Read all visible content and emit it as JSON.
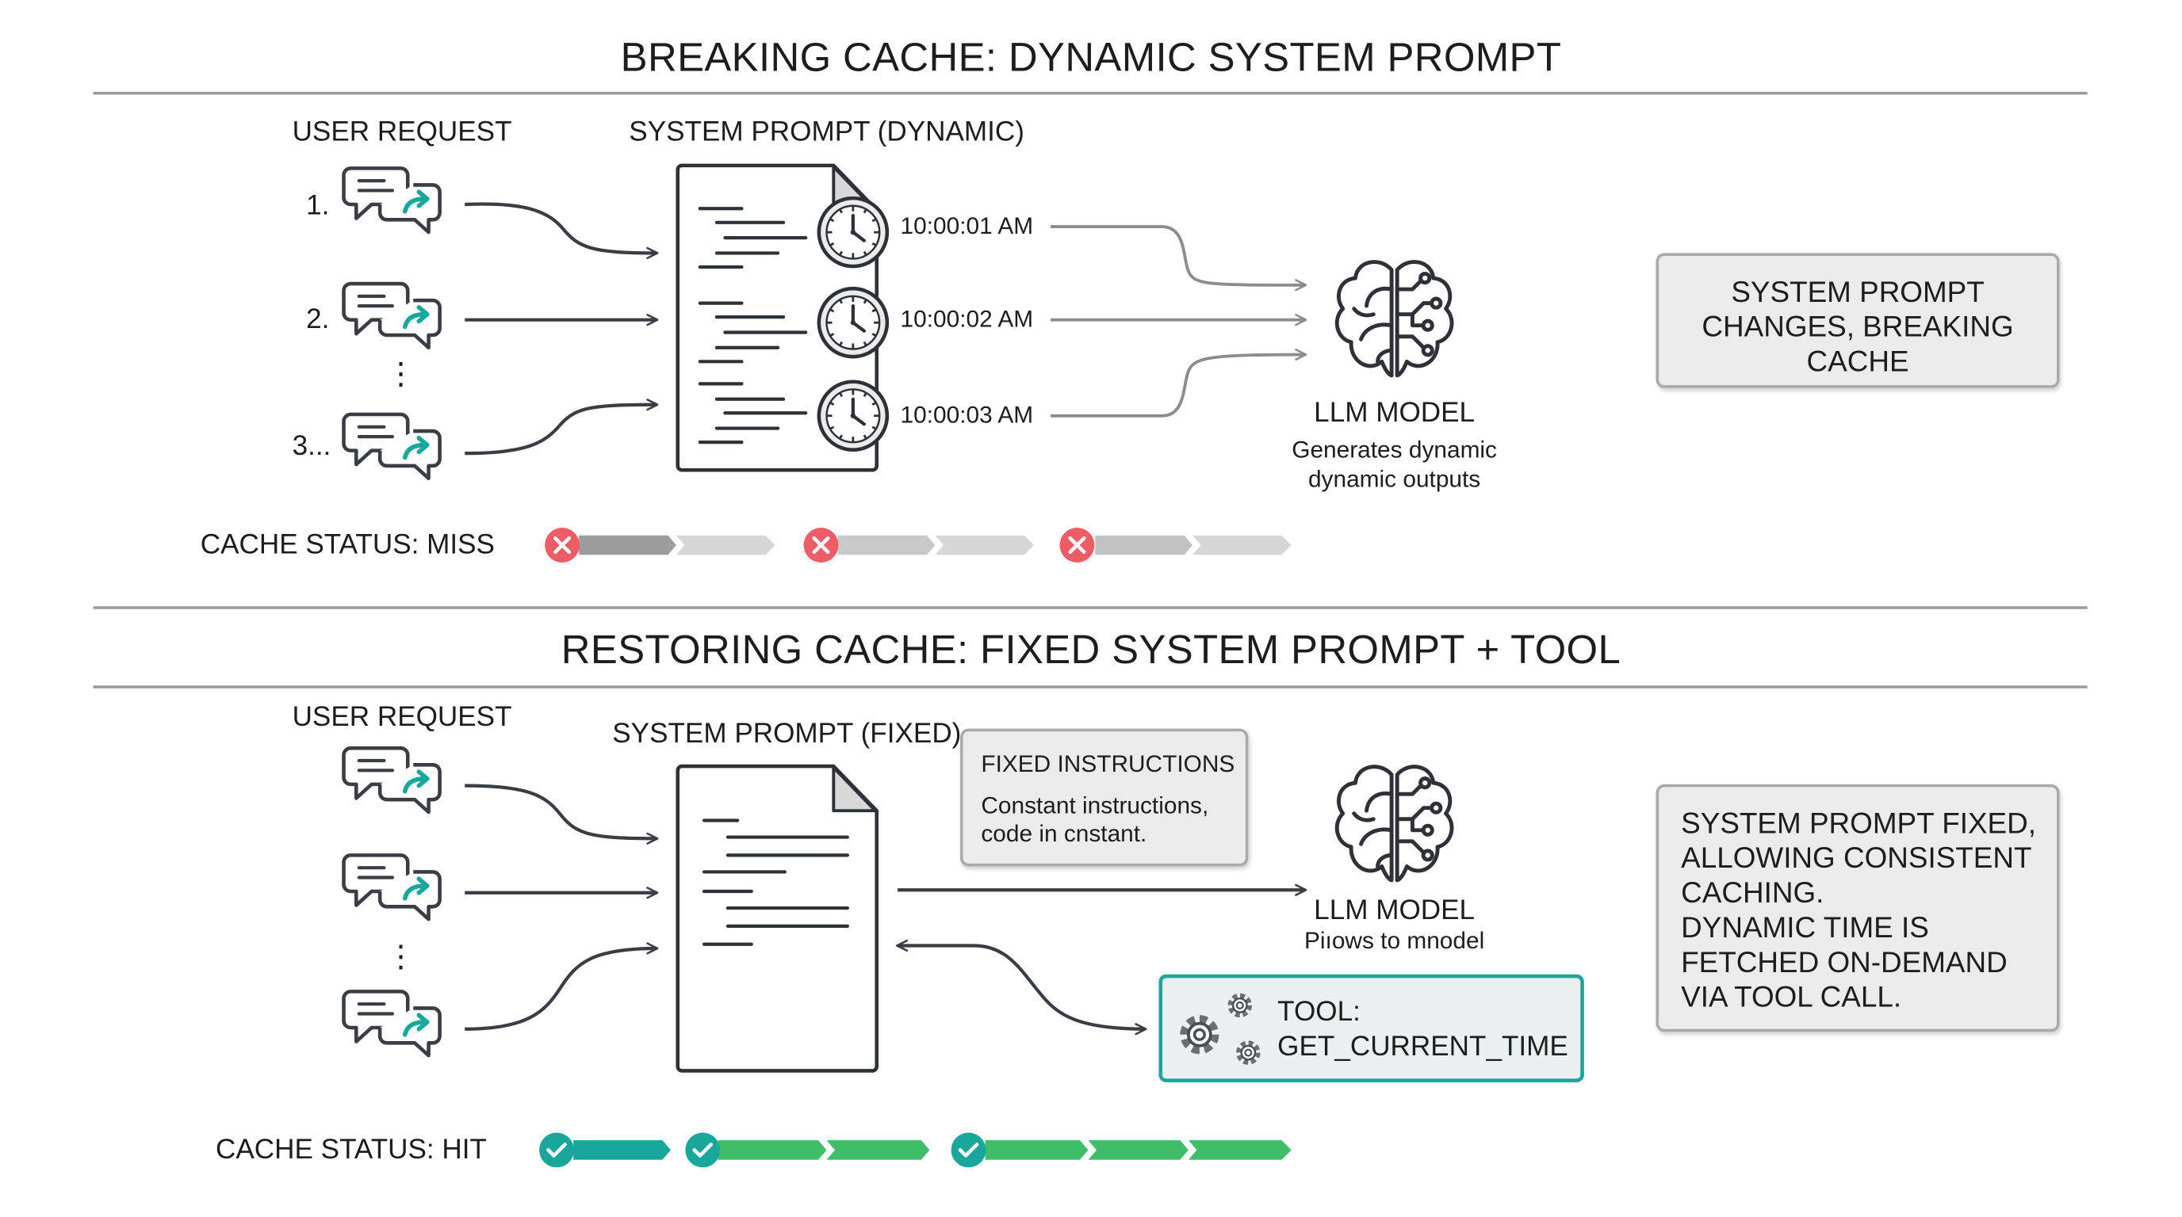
{
  "top": {
    "title": "BREAKING CACHE: DYNAMIC SYSTEM PROMPT",
    "user_request_label": "USER REQUEST",
    "request_numbers": [
      "1.",
      "2.",
      "3..."
    ],
    "ellipsis": "⋮",
    "system_prompt_label": "SYSTEM PROMPT (DYNAMIC)",
    "timestamps": [
      "10:00:01 AM",
      "10:00:02 AM",
      "10:00:03 AM"
    ],
    "llm_label": "LLM MODEL",
    "llm_caption": "Generates dynamic\ndynamic outputs",
    "callout": "SYSTEM PROMPT\nCHANGES, BREAKING\nCACHE",
    "cache_status": "CACHE STATUS: MISS"
  },
  "bottom": {
    "title": "RESTORING CACHE:  FIXED SYSTEM PROMPT + TOOL",
    "user_request_label": "USER REQUEST",
    "ellipsis": "⋮",
    "system_prompt_label": "SYSTEM PROMPT (FIXED)",
    "fixed_box_title": "FIXED INSTRUCTIONS",
    "fixed_box_text": "Constant instructions,\ncode in cnstant.",
    "llm_label": "LLM MODEL",
    "llm_caption": "Piıows to mnodel",
    "tool_label": "TOOL:\nGET_CURRENT_TIME",
    "callout": "SYSTEM PROMPT FIXED,\nALLOWING CONSISTENT\nCACHING.\nDYNAMIC TIME IS\nFETCHED ON-DEMAND\nVIA TOOL CALL.",
    "cache_status": "CACHE STATUS: HIT"
  },
  "colors": {
    "teal": "#18a79a",
    "green": "#3fbd68",
    "miss_red": "#ee5c66",
    "gray_dark": "#9c9c9c",
    "gray_light": "#d6d6d6",
    "line": "#3a3e44"
  },
  "icons": [
    "chat-icon",
    "document-icon",
    "clock-icon",
    "brain-icon",
    "gears-icon",
    "x-icon",
    "check-icon"
  ]
}
